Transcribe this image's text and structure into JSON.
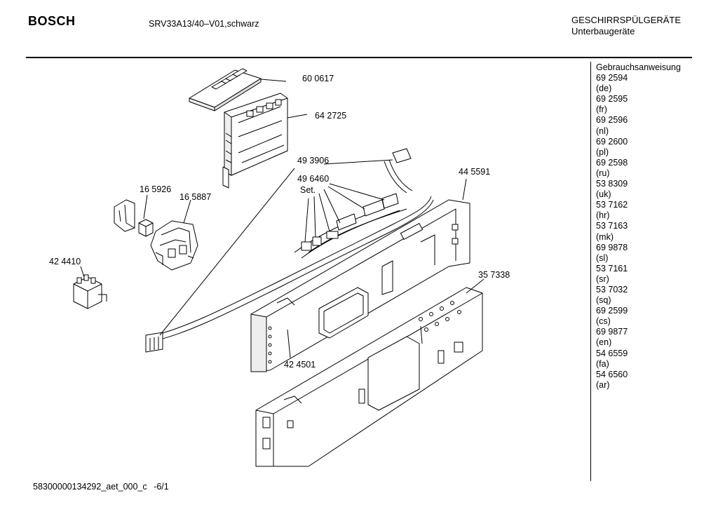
{
  "header": {
    "brand": "BOSCH",
    "model": "SRV33A13/40–V01,schwarz",
    "category_line1": "GESCHIRRSPÜLGERÄTE",
    "category_line2": "Unterbaugeräte"
  },
  "sidebar": {
    "title": "Gebrauchsanweisung",
    "items": [
      {
        "number": "69 2594",
        "lang": "(de)"
      },
      {
        "number": "69 2595",
        "lang": "(fr)"
      },
      {
        "number": "69 2596",
        "lang": "(nl)"
      },
      {
        "number": "69 2600",
        "lang": "(pl)"
      },
      {
        "number": "69 2598",
        "lang": "(ru)"
      },
      {
        "number": "53 8309",
        "lang": "(uk)"
      },
      {
        "number": "53 7162",
        "lang": "(hr)"
      },
      {
        "number": "53 7163",
        "lang": "(mk)"
      },
      {
        "number": "69 9878",
        "lang": "(sl)"
      },
      {
        "number": "53 7161",
        "lang": "(sr)"
      },
      {
        "number": "53 7032",
        "lang": "(sq)"
      },
      {
        "number": "69 2599",
        "lang": "(cs)"
      },
      {
        "number": "69 9877",
        "lang": "(en)"
      },
      {
        "number": "54 6559",
        "lang": "(fa)"
      },
      {
        "number": "54 6560",
        "lang": "(ar)"
      }
    ]
  },
  "parts": {
    "p600617": "60 0617",
    "p642725": "64 2725",
    "p493906": "49 3906",
    "p496460": "49 6460",
    "set": "Set.",
    "p445591": "44 5591",
    "p165926": "16 5926",
    "p165887": "16 5887",
    "p424410": "42 4410",
    "p357338": "35 7338",
    "p424501": "42 4501"
  },
  "footer": {
    "doc_id": "58300000134292_aet_000_c",
    "page": "-6/1"
  }
}
